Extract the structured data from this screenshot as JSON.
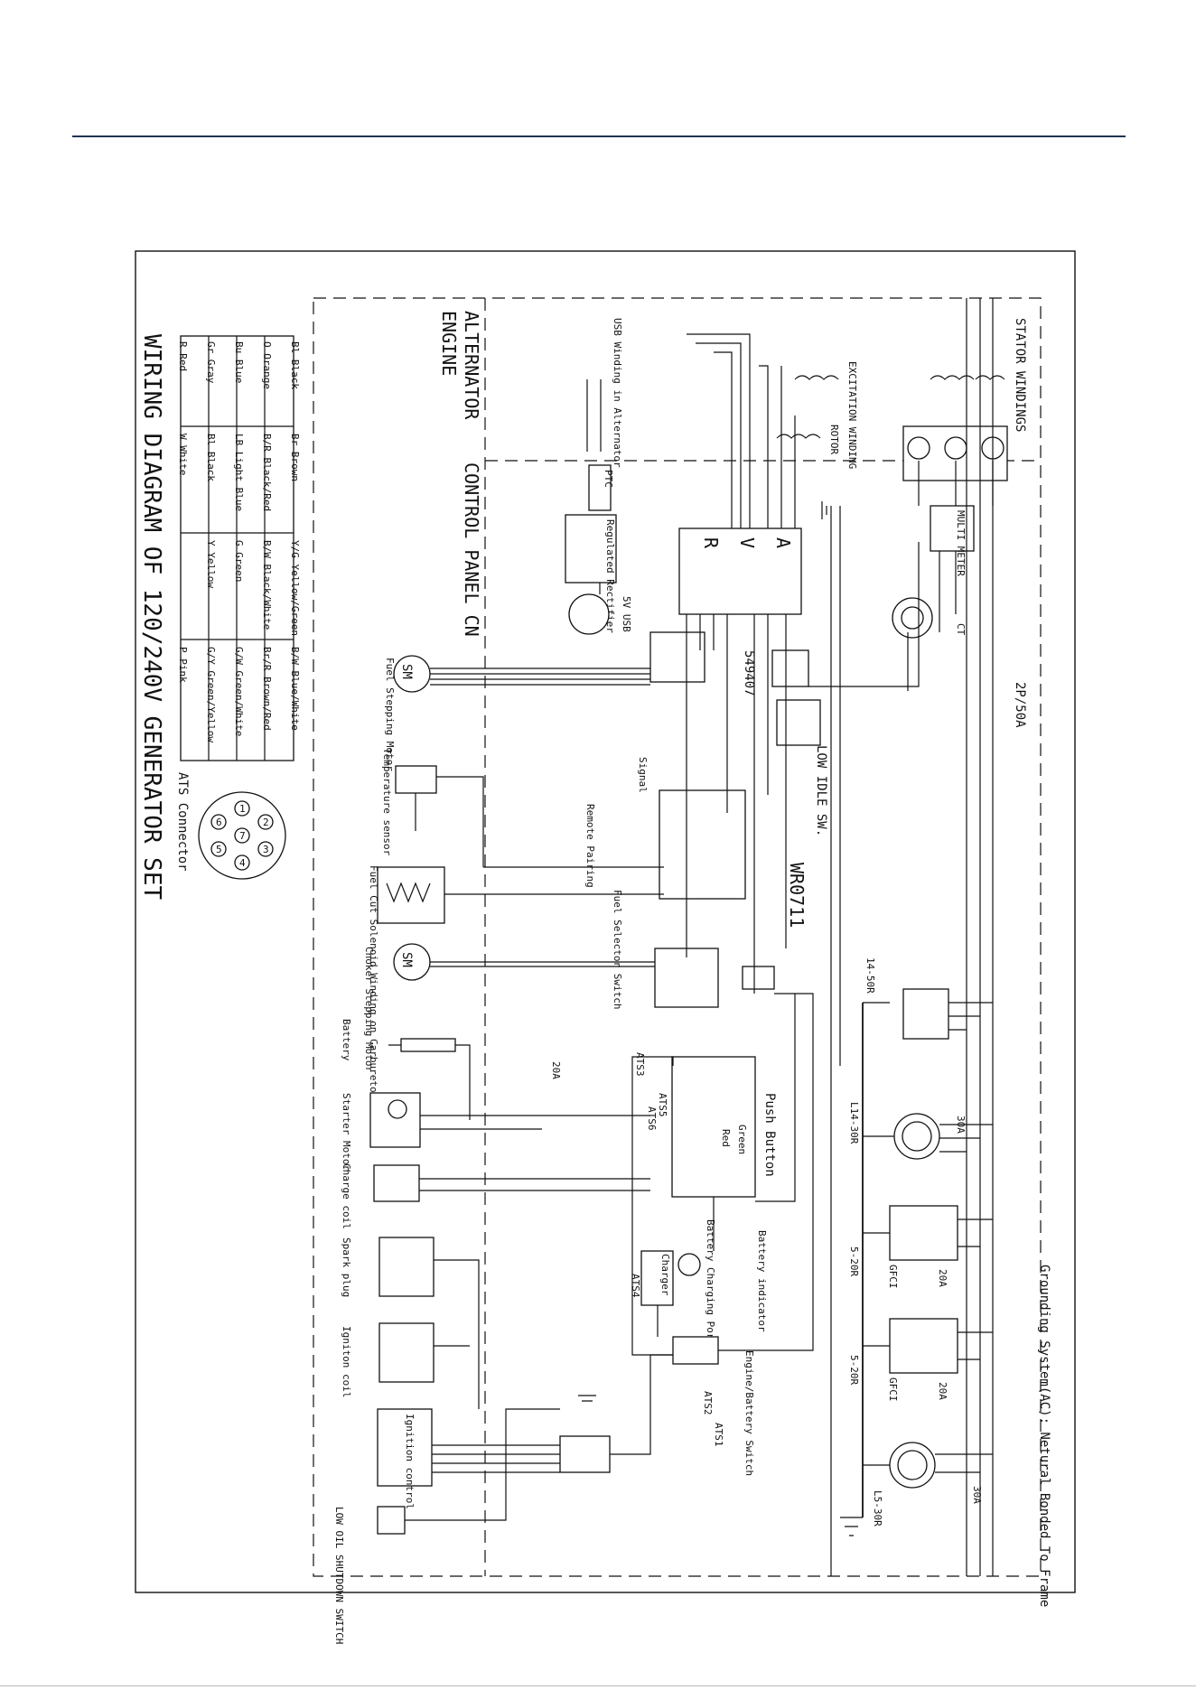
{
  "title": "WIRING DIAGRAM OF 120/240V GENERATOR SET",
  "regions": {
    "alternator": "ALTERNATOR",
    "engine": "ENGINE",
    "control_panel": "CONTROL PANEL CN"
  },
  "color_legend": [
    [
      "Bl",
      "Black"
    ],
    [
      "Br",
      "Brown"
    ],
    [
      "Y/G",
      "Yellow/Green"
    ],
    [
      "B/W",
      "Blue/White"
    ],
    [
      "O",
      "Orange"
    ],
    [
      "B/R",
      "Black/Red"
    ],
    [
      "B/W",
      "Black/White"
    ],
    [
      "Br/R",
      "Brown/Red"
    ],
    [
      "Bu",
      "Blue"
    ],
    [
      "LB",
      "Light Blue"
    ],
    [
      "G",
      "Green"
    ],
    [
      "G/W",
      "Green/White"
    ],
    [
      "Gr",
      "Gray"
    ],
    [
      "Bl",
      "Black"
    ],
    [
      "Y",
      "Yellow"
    ],
    [
      "G/Y",
      "Green/Yellow"
    ],
    [
      "R",
      "Red"
    ],
    [
      "W",
      "White"
    ],
    [
      "P",
      "Pink"
    ]
  ],
  "ats_connector": {
    "label": "ATS Connector",
    "pins": [
      "1",
      "2",
      "3",
      "4",
      "5",
      "6",
      "7"
    ]
  },
  "components": {
    "stator": "STATOR WINDINGS",
    "excitation": "EXCITATION WINDING",
    "rotor": "ROTOR",
    "usb_winding": "USB Winding in Alternator",
    "ptc": "PTC",
    "rectifier": "Regulated Rectifier",
    "usb": "5V USB",
    "multimeter": "MULTI METER",
    "ct": "CT",
    "breaker_main": "2P/50A",
    "avr_a": "A",
    "avr_v": "V",
    "avr_r": "R",
    "module_549407": "549407",
    "low_idle": "LOW IDLE SW.",
    "module_wr0711": "WR0711",
    "fuel_motor": "Fuel Stepping Motor",
    "sm": "SM",
    "temp_sensor": "Temperature sensor",
    "signal": "Signal",
    "remote": "Remote Pairing",
    "fuel_selector": "Fuel Selector Switch",
    "fuel_solenoid": "Fuel Cut Solenoid Winding on Carburetor",
    "choker": "Choker Stepping Motor",
    "battery": "Battery",
    "breaker_20a": "20A",
    "starter": "Starter Motor",
    "charge_coil": "Charge coil",
    "spark": "Spark plug",
    "ignition_coil": "Igniton coil",
    "ignition_control": "Ignition control",
    "low_oil": "LOW OIL SHUTDOWN SWITCH",
    "push_button": "Push Button",
    "green": "Green",
    "red": "Red",
    "charger": "Charger",
    "battery_port": "Battery Charging Port",
    "battery_indicator": "Battery indicator",
    "engine_switch": "Engine/Battery Switch",
    "grounding": "Grounding System(AC): Netural Bonded To Frame",
    "r_1450": "14-50R",
    "r_l1430": "L14-30R",
    "r_520_1": "5-20R",
    "r_520_2": "5-20R",
    "r_l530": "L5-30R",
    "gfci_1": "GFCI",
    "gfci_2": "GFCI",
    "a30_1": "30A",
    "a20_1": "20A",
    "a20_2": "20A",
    "a30_2": "30A",
    "ats1": "ATS1",
    "ats2": "ATS2",
    "ats3": "ATS3",
    "ats4": "ATS4",
    "ats5": "ATS5",
    "ats6": "ATS6"
  }
}
